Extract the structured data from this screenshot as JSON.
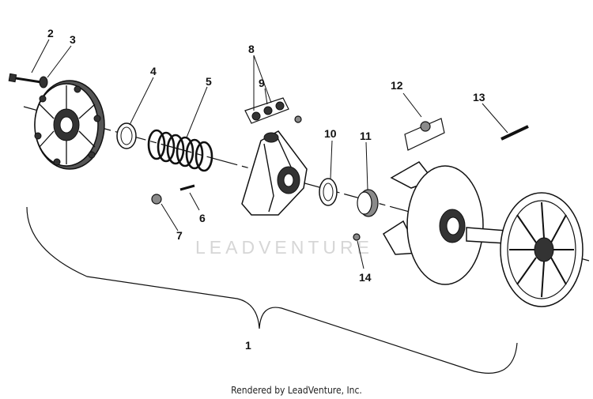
{
  "callouts": {
    "c1": "1",
    "c2": "2",
    "c3": "3",
    "c4": "4",
    "c5": "5",
    "c6": "6",
    "c7": "7",
    "c8": "8",
    "c9": "9",
    "c10": "10",
    "c11": "11",
    "c12": "12",
    "c13": "13",
    "c14": "14"
  },
  "watermark": "LEADVENTURE",
  "footer": "Rendered by LeadVenture, Inc."
}
